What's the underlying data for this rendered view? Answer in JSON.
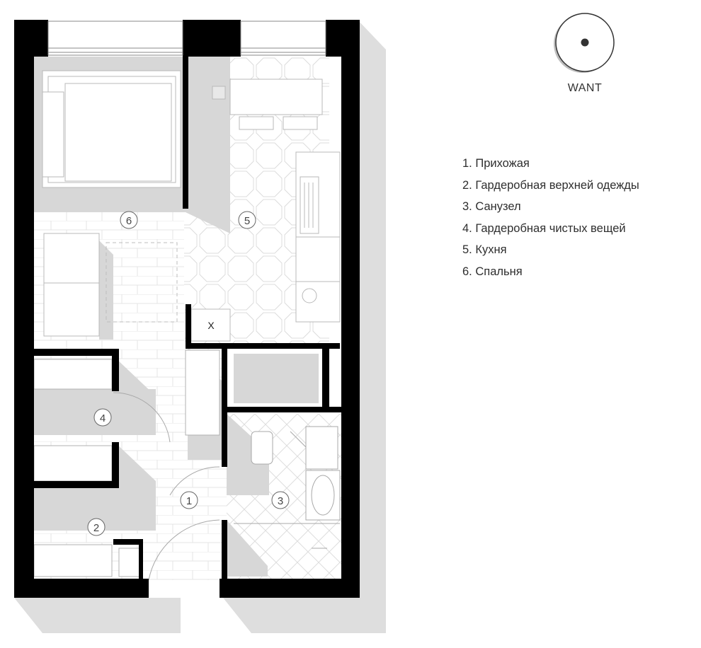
{
  "brand": {
    "label": "WANT",
    "icon": "compass-logo-icon"
  },
  "legend": [
    "1. Прихожая",
    "2. Гардеробная верхней одежды",
    "3. Санузел",
    "4. Гардеробная чистых вещей",
    "5. Кухня",
    "6. Спальня"
  ],
  "room_markers": [
    "1",
    "2",
    "3",
    "4",
    "5",
    "6"
  ],
  "kitchen_mark": "X",
  "colors": {
    "wall": "#000000",
    "shadow": "#d9d9d9",
    "line": "#b9b9b9",
    "ink": "#333333"
  }
}
